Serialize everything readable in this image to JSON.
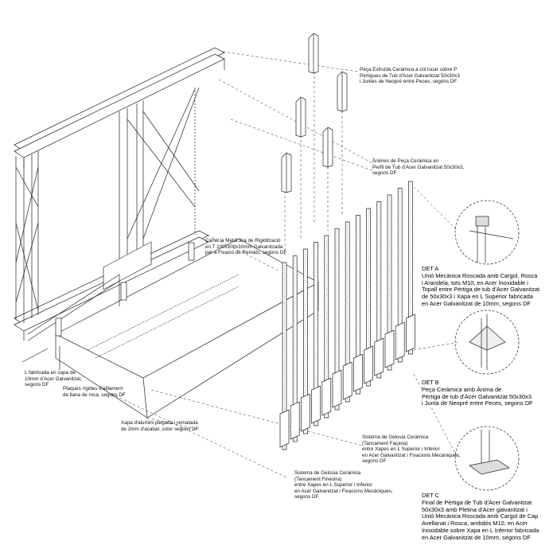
{
  "labels": {
    "extruded_piece": [
      "Peça Extruïda Ceràmica a col.locar sobre P",
      "Pèrtigues de Tub d'Acer Galvanitzat 50x30x3",
      "i Juntes de Neopré entre Peces, segons DF"
    ],
    "cores": [
      "Ànimes de Peça Ceràmica en",
      "Perfil de Tub d'Acer Galvanitzat 50x30x3,",
      "segons DF"
    ],
    "stiffener": [
      "Cartel.la Metàl.lica de Rigidització",
      "en T 100x100x10mm Galvanitzada",
      "per a Fixació de Remats, segons DF"
    ],
    "l_plate": [
      "L fabricada en xapa de",
      "10mm d'Acer Galvanitzat,",
      "segons DF"
    ],
    "insulation": [
      "Plaques rígides d'aïllament",
      "de llana de roca, segons DF"
    ],
    "aluminium": [
      "Xapa d'alumini plegada i rematada",
      "de 2mm d'acabat, color segons DF"
    ],
    "lattice_facade": [
      "Sistema de Gelosia Ceràmica",
      "(Tancament Façana)",
      "entre Xapes en L Superior i Inferior",
      "en Acer Galvanitzat i Fixacions Mecàniques,",
      "segons DF"
    ],
    "lattice_window": [
      "Sistema de Gelosia Ceràmica",
      "(Tancament Finestra)",
      "entre Xapes en L Superior i Inferior",
      "en Acer Galvanitzat i Fixacions Mecàniques,",
      "segons DF"
    ],
    "det_a": [
      "DET A",
      "Unió Mecànica Roscada amb Cargol, Rosca",
      "i Arandela, tots M10, en Acer Inoxidable i",
      "Topall entre Pèrtiga de tub d'Acer Galvanitzat",
      "de 50x30x3 i Xapa en L Superior fabricada",
      "en Acer Galvanitzat de 10mm, segons DF"
    ],
    "det_b": [
      "DET B",
      "Peça Ceràmica amb Ànima de",
      "Pèrtiga de tub d'Acer Galvanitzat 50x30x3",
      "i Junta de Neopré entre Peces, segons DF"
    ],
    "det_c": [
      "DET C",
      "Final de Pèrtiga de Tub d'Acer Galvanitzat",
      "50x30x3 amb Pletina d'Acer galvanitzat i",
      "Unió Mecànica Roscada amb Cargol de Cap",
      "Avellanat i Rosca, ambdós M10, en Acer",
      "Inoxidable sobre Xapa en L Inferior fabricada",
      "en Acer Galvanitzat de 10mm, segons DF"
    ]
  }
}
